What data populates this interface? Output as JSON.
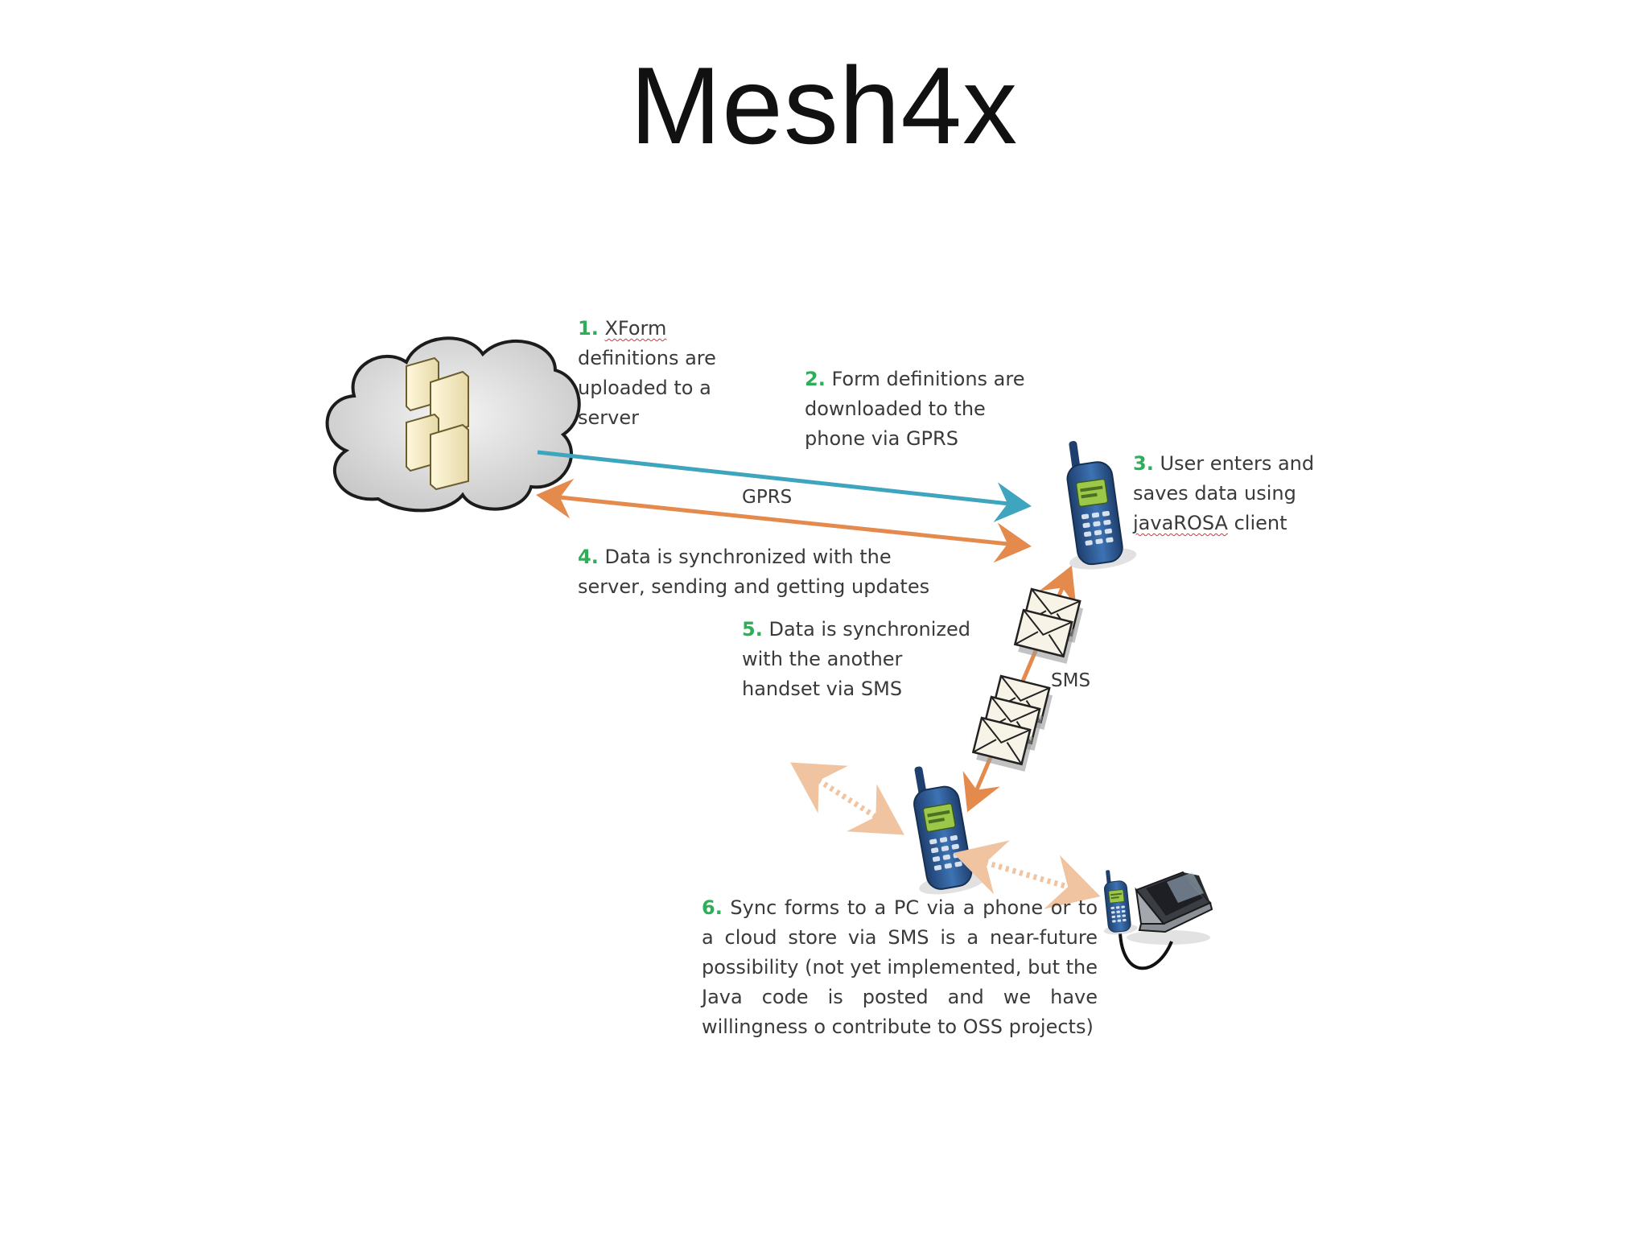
{
  "title": "Mesh4x",
  "labels": {
    "gprs": "GPRS",
    "sms": "SMS"
  },
  "steps": [
    {
      "num": "1.",
      "pre": " ",
      "wavy": "XForm",
      "text": "definitions are uploaded to a server"
    },
    {
      "num": "2.",
      "text": "Form definitions are downloaded to the phone via GPRS"
    },
    {
      "num": "3.",
      "text": "User enters and saves data using",
      "wavy": "javaROSA",
      "post": " client"
    },
    {
      "num": "4.",
      "text": "Data is synchronized with the server, sending and getting updates"
    },
    {
      "num": "5.",
      "text": "Data is synchronized with the another handset via SMS"
    },
    {
      "num": "6.",
      "text": "Sync forms to a PC via a phone or to a cloud store via SMS is a near-future possibility (not yet implemented, but the Java code is posted and we have willingness o contribute to OSS projects)"
    }
  ],
  "colors": {
    "step_number": "#2fae5a",
    "gprs_download_arrow": "#3fa4be",
    "sync_arrow": "#e58a4d",
    "phone_body": "#2f5f9a",
    "phone_screen": "#9cc84a",
    "cloud": "#d9d9d9"
  },
  "icons": [
    "cloud-server-icon",
    "mobile-phone-icon",
    "sms-envelope-icon",
    "laptop-icon"
  ]
}
